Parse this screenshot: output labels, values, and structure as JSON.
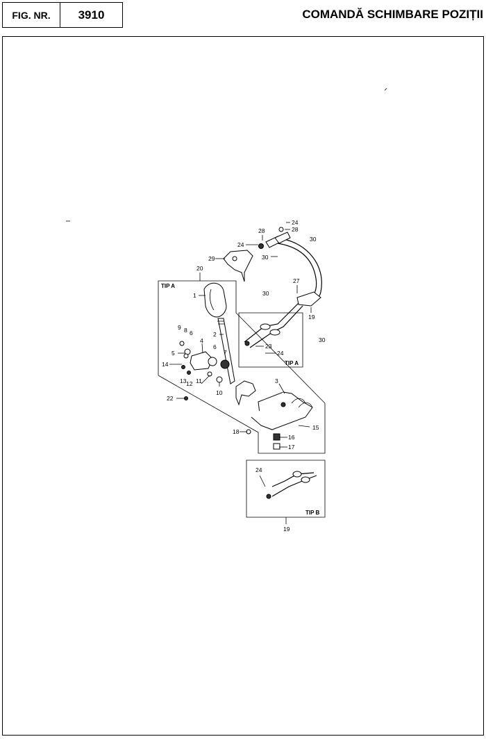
{
  "header": {
    "fig_label": "FIG. NR.",
    "fig_number": "3910",
    "title": "COMANDĂ SCHIMBARE POZIȚII"
  },
  "diagram": {
    "group_labels": {
      "tip_a_main": "TIP A",
      "tip_a_cable": "TIP A",
      "tip_b": "TIP B"
    },
    "callouts": {
      "c1": "1",
      "c2": "2",
      "c3": "3",
      "c4": "4",
      "c5": "5",
      "c6a": "6",
      "c6b": "6",
      "c7": "7",
      "c8": "8",
      "c9": "9",
      "c10": "10",
      "c11": "11",
      "c12": "12",
      "c13": "13",
      "c14": "14",
      "c15": "15",
      "c16": "16",
      "c17": "17",
      "c18": "18",
      "c19a": "19",
      "c19b": "19",
      "c20": "20",
      "c22": "22",
      "c23": "23",
      "c24a": "24",
      "c24b": "24",
      "c24c": "24",
      "c24d": "24",
      "c27": "27",
      "c28a": "28",
      "c28b": "28",
      "c29": "29",
      "c30a": "30",
      "c30b": "30",
      "c30c": "30",
      "c30d": "30"
    }
  }
}
